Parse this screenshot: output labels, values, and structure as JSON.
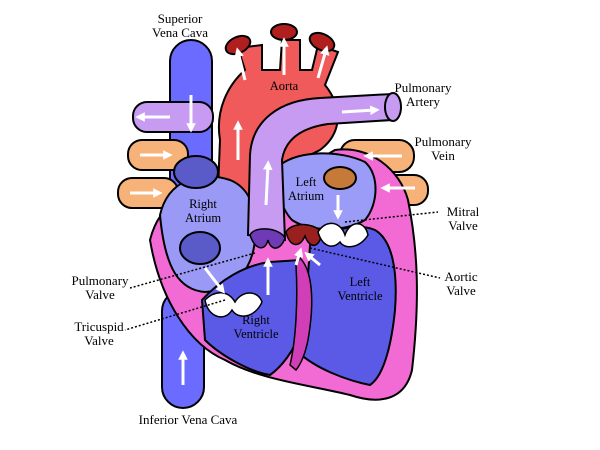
{
  "labels": {
    "superior_vena_cava": "Superior\nVena Cava",
    "aorta": "Aorta",
    "pulmonary_artery": "Pulmonary\nArtery",
    "pulmonary_vein": "Pulmonary\nVein",
    "left_atrium": "Left\nAtrium",
    "right_atrium": "Right\nAtrium",
    "mitral_valve": "Mitral\nValve",
    "pulmonary_valve": "Pulmonary\nValve",
    "aortic_valve": "Aortic\nValve",
    "left_ventricle": "Left\nVentricle",
    "tricuspid_valve": "Tricuspid\nValve",
    "right_ventricle": "Right\nVentricle",
    "inferior_vena_cava": "Inferior Vena Cava"
  },
  "colors": {
    "vena_cava": "#6b6bff",
    "aorta": "#f05a5a",
    "aorta_branch_caps": "#b01e1e",
    "pulmonary_artery": "#c79bf2",
    "pulmonary_vein": "#f6b278",
    "left_atrium": "#9b9bf8",
    "right_atrium": "#9a9af6",
    "ventricles": "#5a5ae6",
    "myocardium": "#f26ad4",
    "septum": "#d03fb8",
    "valves": "#ffffff",
    "arrows": "#ffffff"
  }
}
